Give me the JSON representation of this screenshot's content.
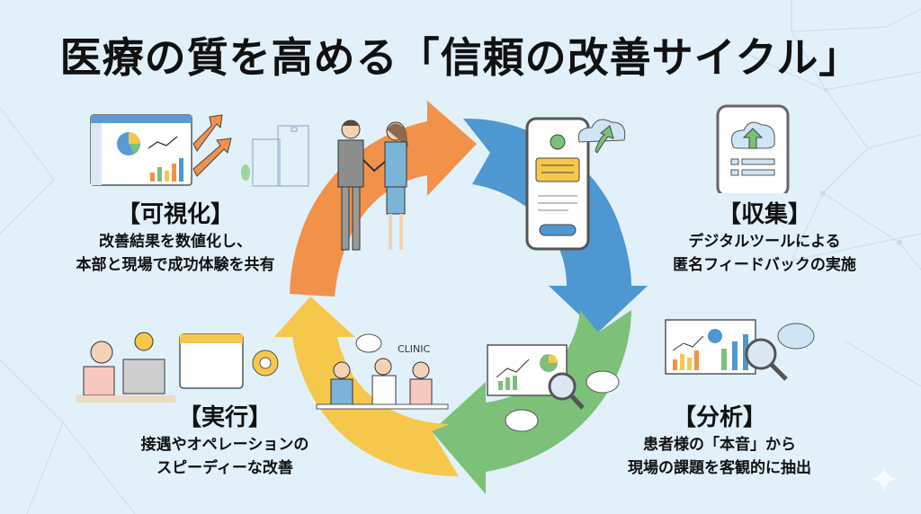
{
  "title": "医療の質を高める「信頼の改善サイクル」",
  "colors": {
    "background": "#e1f0f9",
    "orange": "#f2914a",
    "blue": "#4f97d0",
    "green": "#7cc07a",
    "yellow": "#f5c84c"
  },
  "stages": [
    {
      "key": "visualize",
      "heading": "【可視化】",
      "lines": [
        "改善結果を数値化し、",
        "本部と現場で成功体験を共有"
      ],
      "icon": "dashboard-chart-icon"
    },
    {
      "key": "collect",
      "heading": "【収集】",
      "lines": [
        "デジタルツールによる",
        "匿名フィードバックの実施"
      ],
      "icon": "smartphone-cloud-upload-icon"
    },
    {
      "key": "analyze",
      "heading": "【分析】",
      "lines": [
        "患者様の「本音」から",
        "現場の課題を客観的に抽出"
      ],
      "icon": "magnifier-report-icon"
    },
    {
      "key": "execute",
      "heading": "【実行】",
      "lines": [
        "接遇やオペレーションの",
        "スピーディーな改善"
      ],
      "icon": "calendar-gear-icon"
    }
  ],
  "clinic_sign": "CLINIC"
}
